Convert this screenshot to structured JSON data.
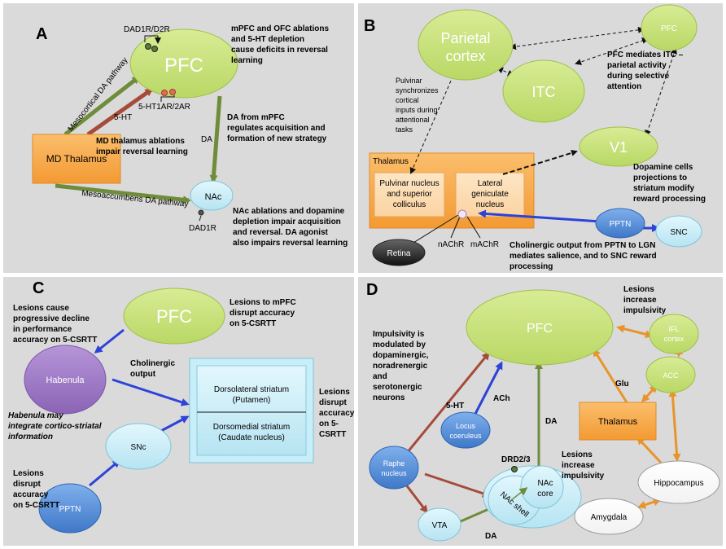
{
  "panels": [
    {
      "letter": "A"
    },
    {
      "letter": "B"
    },
    {
      "letter": "C"
    },
    {
      "letter": "D"
    }
  ],
  "colors": {
    "panel_bg": "#dadada",
    "green_node": "#c9e27b",
    "green_node_border": "#9fbe4c",
    "orange_node": "#f8a94a",
    "blue_node": "#5a90d6",
    "lightblue_node": "#c5ecf7",
    "purple_node": "#a07cc4",
    "arrow_green": "#6f8c3a",
    "arrow_red": "#a64b3a",
    "arrow_blue": "#2d43d8",
    "arrow_orange": "#e8942a"
  },
  "a": {
    "pfc": "PFC",
    "md_thalamus": "MD Thalamus",
    "nac": "NAc",
    "dad1r_d2r": "DAD1R/D2R",
    "ht1ar": "5-HT1AR/2AR",
    "dad1r": "DAD1R",
    "ht": "5-HT",
    "da": "DA",
    "mesocortical": "Mesocortical DA pathway",
    "mesoaccumbens": "Mesoaccumbens DA pathway",
    "note_mpfc": [
      "mPFC and OFC ablations",
      "and 5-HT depletion",
      "cause deficits in reversal",
      "learning"
    ],
    "note_da": [
      "DA from mPFC",
      "regulates acquisition and",
      "formation of new strategy"
    ],
    "note_md": [
      "MD thalamus ablations",
      "impair reversal learning"
    ],
    "note_nac": [
      "NAc ablations and dopamine",
      "depletion impair acquisition",
      "and reversal. DA agonist",
      "also impairs reversal learning"
    ]
  },
  "b": {
    "parietal": [
      "Parietal",
      "cortex"
    ],
    "pfc": "PFC",
    "itc": "ITC",
    "v1": "V1",
    "thalamus": "Thalamus",
    "pulvinar": [
      "Pulvinar nucleus",
      "and superior",
      "colliculus"
    ],
    "lgn": [
      "Lateral",
      "geniculate",
      "nucleus"
    ],
    "retina": "Retina",
    "pptn": "PPTN",
    "snc": "SNC",
    "nachr": "nAChR",
    "machr": "mAChR",
    "note_pfc": [
      "PFC mediates ITC –",
      "parietal activity",
      "during selective",
      "attention"
    ],
    "note_pulvinar": [
      "Pulvinar",
      "synchronizes",
      "cortical",
      "inputs during",
      "attentional",
      "tasks"
    ],
    "note_dopamine": [
      "Dopamine cells",
      "projections to",
      "striatum modify",
      "reward processing"
    ],
    "note_cholinergic": [
      "Cholinergic output from PPTN to LGN",
      "mediates salience,  and to SNC reward",
      "processing"
    ]
  },
  "c": {
    "pfc": "PFC",
    "habenula": "Habenula",
    "snc": "SNc",
    "pptn": "PPTN",
    "dorsolateral": [
      "Dorsolateral striatum",
      "(Putamen)"
    ],
    "dorsomedial": [
      "Dorsomedial striatum",
      "(Caudate nucleus)"
    ],
    "cholinergic": [
      "Cholinergic",
      "output"
    ],
    "note_pfc": [
      "Lesions to mPFC",
      "disrupt accuracy",
      "on 5-CSRTT"
    ],
    "note_habenula_lesions": [
      "Lesions cause",
      "progressive decline",
      "in performance",
      "accuracy on 5-CSRTT"
    ],
    "note_habenula_italic": [
      "Habenula may",
      "integrate cortico-striatal",
      "information"
    ],
    "note_striatum": [
      "Lesions",
      "disrupt",
      "accuracy",
      "on 5-",
      "CSRTT"
    ],
    "note_pptn": [
      "Lesions",
      "disrupt",
      "accuracy",
      "on 5-CSRTT"
    ]
  },
  "d": {
    "pfc": "PFC",
    "ifl": [
      "IFL",
      "cortex"
    ],
    "acc": "ACC",
    "thalamus": "Thalamus",
    "hippocampus": "Hippocampus",
    "amygdala": "Amygdala",
    "locus": [
      "Locus",
      "coeruleus"
    ],
    "raphe": [
      "Raphe",
      "nucleus"
    ],
    "vta": "VTA",
    "nac_core": [
      "NAc",
      "core"
    ],
    "nac_shell": "NAc shell",
    "drd": "DRD2/3",
    "ht": "5-HT",
    "ach": "ACh",
    "da_up": "DA",
    "da_low": "DA",
    "glu": "Glu",
    "note_impulsivity": [
      "Impulsivity is",
      "modulated by",
      "dopaminergic,",
      "noradrenergic",
      "and",
      "serotonergic",
      "neurons"
    ],
    "note_lesions_top": [
      "Lesions",
      "increase",
      "impulsivity"
    ],
    "note_lesions_nac": [
      "Lesions",
      "increase",
      "impulsivity"
    ]
  }
}
